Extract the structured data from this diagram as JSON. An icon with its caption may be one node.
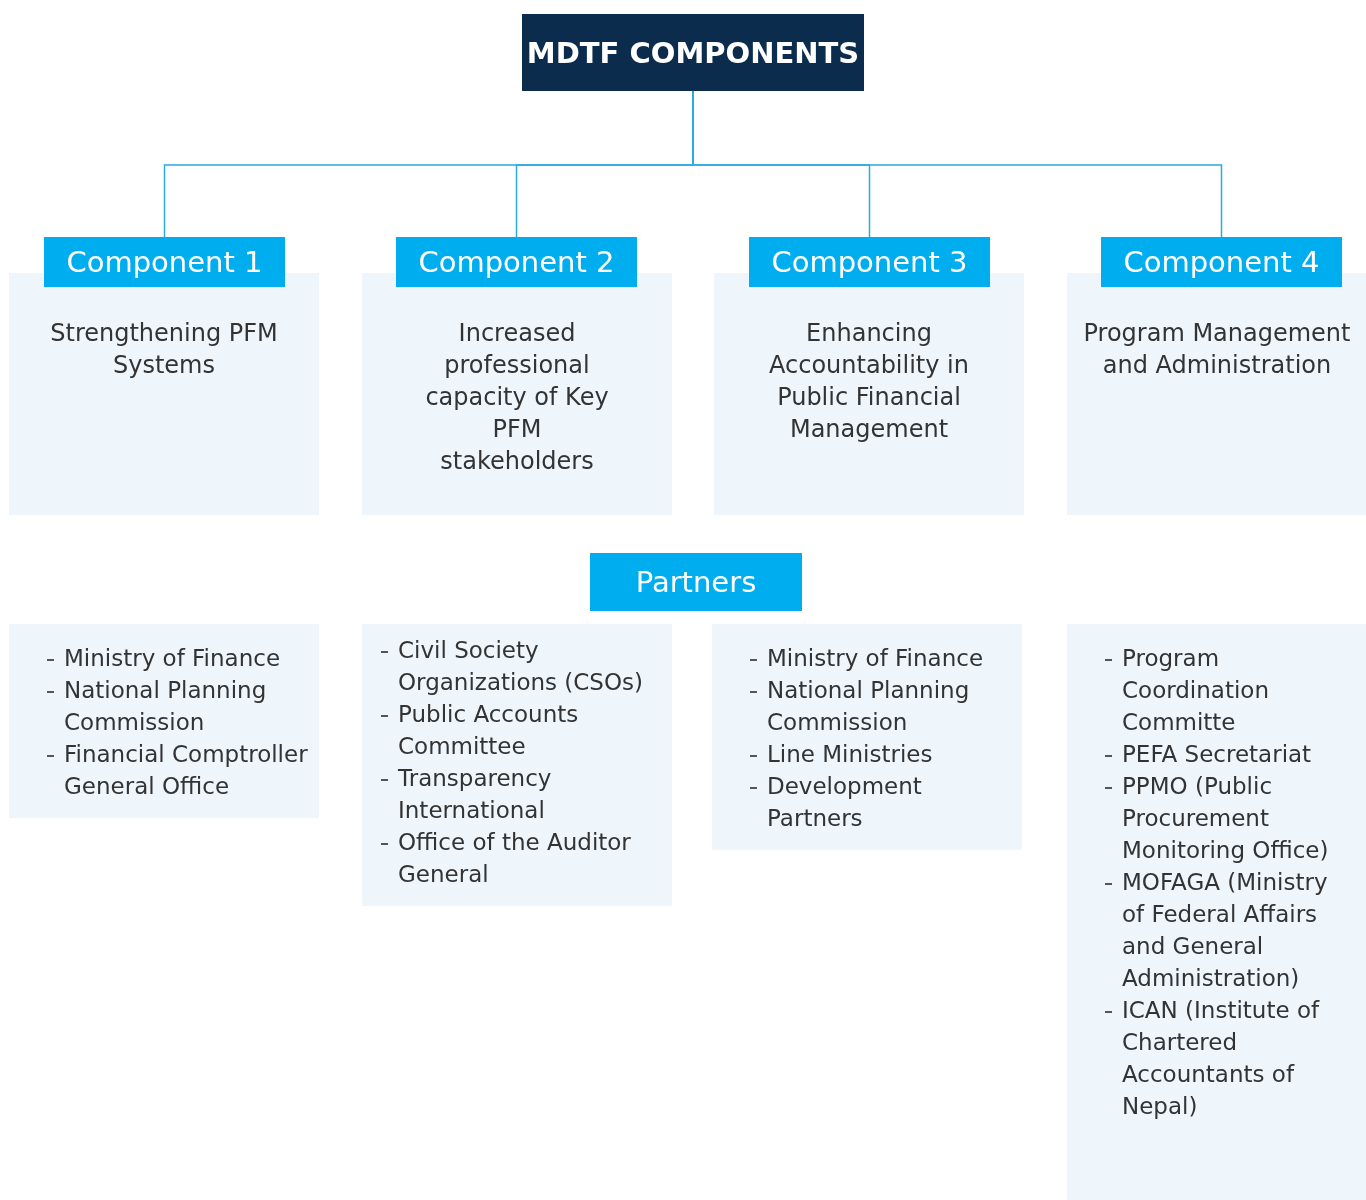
{
  "diagram": {
    "nodes": [
      {
        "text": [
          "MDTF COMPONENTS"
        ]
      },
      {
        "text": [
          "Component 1",
          "Strengthening PFM Systems"
        ]
      },
      {
        "text": [
          "Component 2",
          "Increased professional capacity of Key PFM stakeholders"
        ]
      },
      {
        "text": [
          "Component 3",
          "Enhancing Accountability in Public Financial Management"
        ]
      },
      {
        "text": [
          "Component 4",
          "Program Management and Administration"
        ]
      },
      {
        "text": [
          "Partners"
        ]
      },
      {
        "text": [
          "Ministry of Finance",
          "National Planning Commission",
          "Financial Comptroller General Office"
        ]
      },
      {
        "text": [
          "Civil Society Organizations (CSOs)",
          "Public Accounts Committee",
          "Transparency International",
          "Office of the Auditor General"
        ]
      },
      {
        "text": [
          "Ministry of Finance",
          "National Planning Commission",
          "Line Ministries",
          "Development Partners"
        ]
      },
      {
        "text": [
          "Program Coordination Committe",
          "PEFA Secretariat",
          "PPMO (Public Procurement Monitoring Office)",
          "MOFAGA (Ministry of Federal Affairs and General Administration)",
          "ICAN (Institute of Chartered Accountants of Nepal)"
        ]
      }
    ],
    "edges": [
      {
        "from": 0,
        "to": 1,
        "arrow": "none"
      },
      {
        "from": 0,
        "to": 2,
        "arrow": "none"
      },
      {
        "from": 0,
        "to": 3,
        "arrow": "none"
      },
      {
        "from": 0,
        "to": 4,
        "arrow": "none"
      }
    ]
  }
}
